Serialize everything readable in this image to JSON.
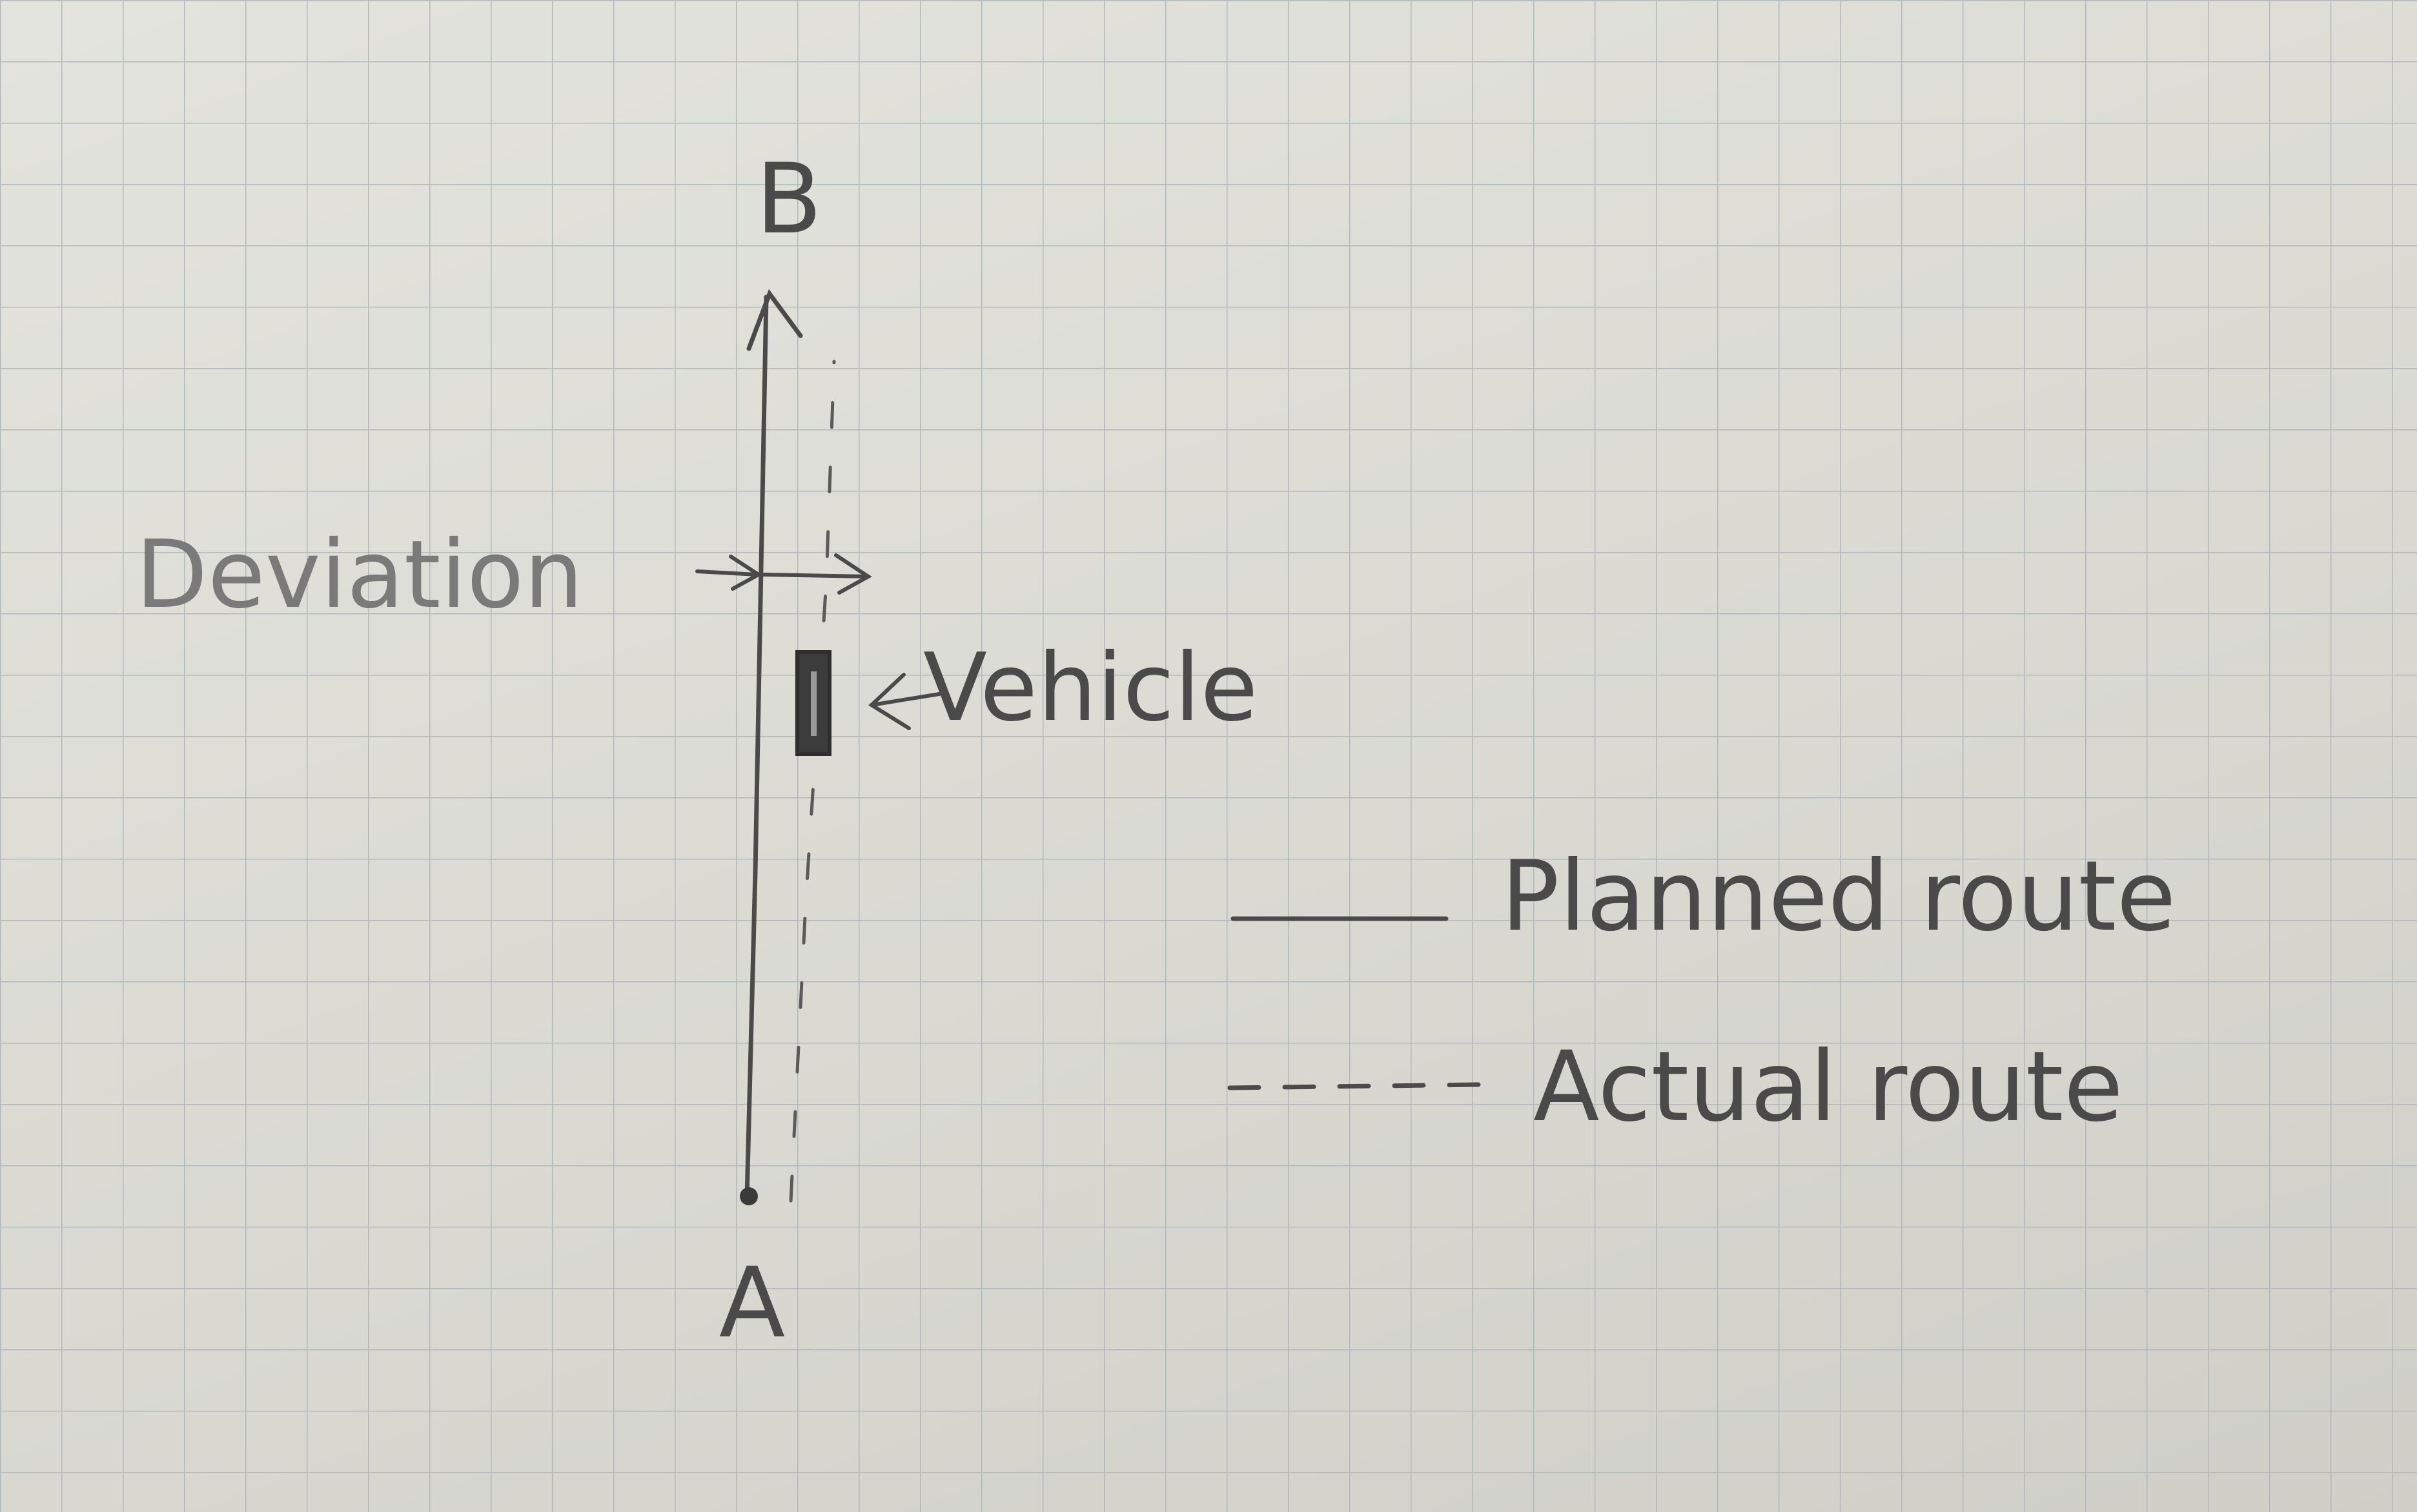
{
  "labels": {
    "start": "A",
    "end": "B",
    "deviation": "Deviation",
    "vehicle": "Vehicle"
  },
  "legend": {
    "planned": "Planned route",
    "actual": "Actual route"
  },
  "colors": {
    "paper": "#dcdcd6",
    "grid_line": "#a9b3b8",
    "pencil": "#4a4a4a"
  }
}
